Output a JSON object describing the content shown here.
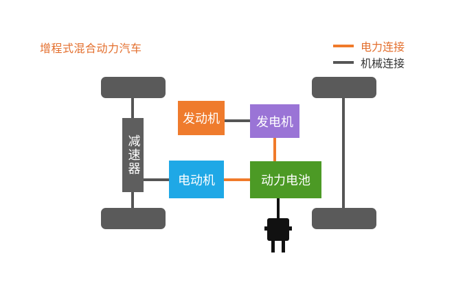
{
  "title": "增程式混合动力汽车",
  "legend": {
    "electric_label": "电力连接",
    "mechanical_label": "机械连接"
  },
  "components": {
    "engine": "发动机",
    "generator": "发电机",
    "motor": "电动机",
    "battery": "动力电池",
    "reducer": "减速器"
  },
  "colors": {
    "electric": "#f07a2a",
    "mechanical": "#555555",
    "engine": "#ef7b2d",
    "generator": "#9a74d6",
    "motor": "#1fa8e6",
    "battery": "#4c9a25",
    "reducer": "#5e5e5e",
    "wheel": "#5a5a5a",
    "title": "#e36e2c"
  },
  "icons": {
    "plug": "power-plug-icon"
  }
}
